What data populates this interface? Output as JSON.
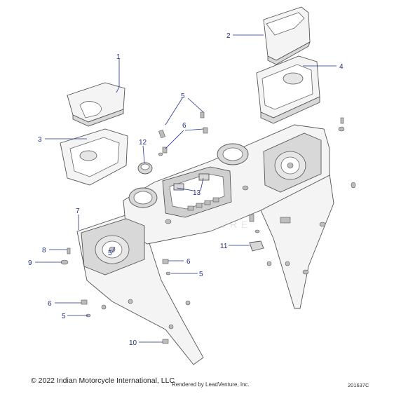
{
  "callouts": [
    {
      "id": "c1",
      "label": "1"
    },
    {
      "id": "c2",
      "label": "2"
    },
    {
      "id": "c3",
      "label": "3"
    },
    {
      "id": "c4",
      "label": "4"
    },
    {
      "id": "c5a",
      "label": "5"
    },
    {
      "id": "c5b",
      "label": "5"
    },
    {
      "id": "c5c",
      "label": "5"
    },
    {
      "id": "c5d",
      "label": "5"
    },
    {
      "id": "c6a",
      "label": "6"
    },
    {
      "id": "c6b",
      "label": "6"
    },
    {
      "id": "c6c",
      "label": "6"
    },
    {
      "id": "c7",
      "label": "7"
    },
    {
      "id": "c8",
      "label": "8"
    },
    {
      "id": "c9",
      "label": "9"
    },
    {
      "id": "c10",
      "label": "10"
    },
    {
      "id": "c11",
      "label": "11"
    },
    {
      "id": "c12",
      "label": "12"
    },
    {
      "id": "c13",
      "label": "13"
    }
  ],
  "watermark": "LEADVENTURE",
  "footer": {
    "copyright": "© 2022 Indian Motorcycle International, LLC",
    "rendered_by": "Rendered by LeadVenture, Inc.",
    "diagram_code": "201637C"
  },
  "colors": {
    "callout": "#1f2f8f",
    "outline": "#555555"
  }
}
